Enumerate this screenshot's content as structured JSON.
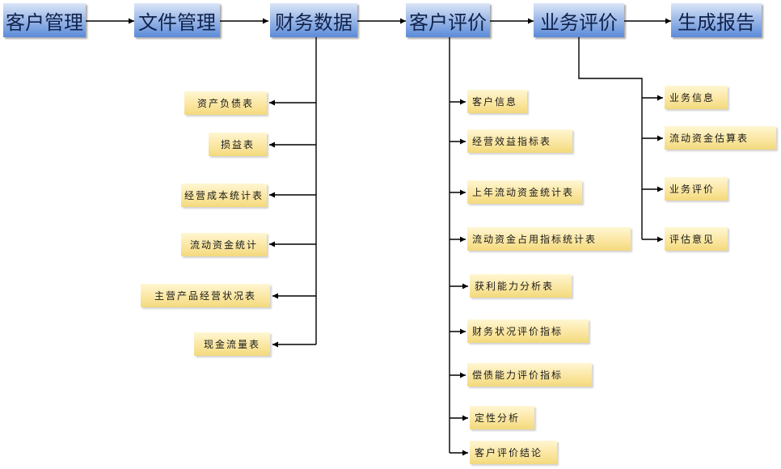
{
  "top_nodes": [
    "客户管理",
    "文件管理",
    "财务数据",
    "客户评价",
    "业务评价",
    "生成报告"
  ],
  "financial_data": [
    "资产负债表",
    "损益表",
    "经营成本统计表",
    "流动资金统计",
    "主营产品经营状况表",
    "现金流量表"
  ],
  "customer_evaluation": [
    "客户信息",
    "经营效益指标表",
    "上年流动资金统计表",
    "流动资金占用指标统计表",
    "获利能力分析表",
    "财务状况评价指标",
    "偿债能力评价指标",
    "定性分析",
    "客户评价结论"
  ],
  "business_evaluation": [
    "业务信息",
    "流动资金估算表",
    "业务评价",
    "评估意见"
  ],
  "colors": {
    "top_fill": "#7fa3e2",
    "leaf_fill": "#fbe7a3",
    "line": "#000000"
  }
}
